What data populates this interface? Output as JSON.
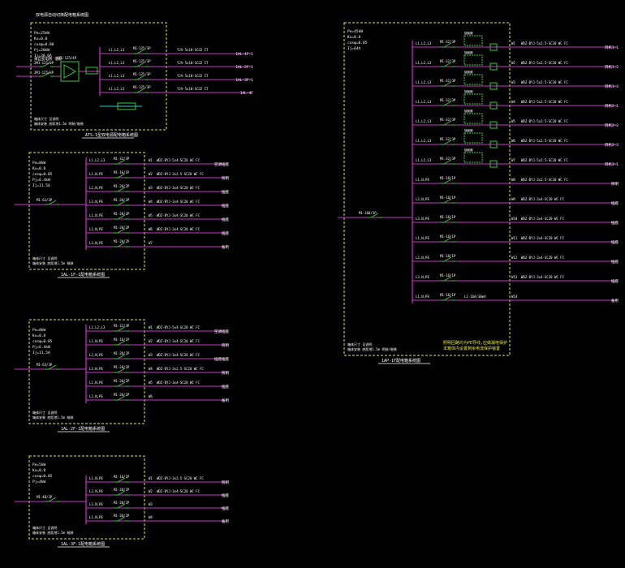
{
  "colors": {
    "background": "#000000",
    "frame": "#e6e64d",
    "wire": "#cc33cc",
    "breaker": "#33cc33",
    "text": "#ffffff",
    "note": "#e6e64d",
    "cyan": "#33cccc"
  },
  "panels": [
    {
      "id": "ats-panel",
      "title": "ATS-1型双电源配电箱系统图",
      "header_title": "双电源自动切换配电箱系统图",
      "params": [
        "Pe=25kW",
        "Kx=0.8",
        "cosφ=0.80",
        "Pj=20kW",
        "Ij=38.0A"
      ],
      "incoming": [
        "来自变电所 电缆",
        "2M1-125/3P",
        "2M1-125/3P"
      ],
      "ats_label": "ATS-125/4P",
      "circuits": [
        {
          "phase": "L1,L2,L3",
          "breaker": "M1-125/3P",
          "cable": "YJV-5x10-SC32 CT",
          "dest": "1AL-1F-1"
        },
        {
          "phase": "L1,L2,L3",
          "breaker": "M1-125/3P",
          "cable": "YJV-5x10-SC32 CT",
          "dest": "1AL-2F-1"
        },
        {
          "phase": "L1,L2,L3",
          "breaker": "M1-125/3P",
          "cable": "YJV-5x10-SC32 CT",
          "dest": "1AL-3F-1"
        },
        {
          "phase": "L1,L2,L3",
          "breaker": "M1-125/3P",
          "cable": "YJV-5x10-SC32 CT",
          "dest": "1AL-4F"
        }
      ],
      "footer": [
        "箱体尺寸 见说明",
        "箱体安装 底距地1.5m 明装/暗装"
      ]
    },
    {
      "id": "floor-1-panel",
      "title": "1AL-1F-1配电箱系统图",
      "params": [
        "Pe=8kW",
        "Kx=0.8",
        "cosφ=0.85",
        "Pj=6.4kW",
        "Ij=11.5A"
      ],
      "incoming": "M1-63/3P",
      "circuits": [
        {
          "phase": "L1,L2,L3",
          "breaker": "M1-32/3P",
          "tag": "W1",
          "cable": "WDZ-BYJ-5x4-SC20 WC FC",
          "dest": "空调插座"
        },
        {
          "phase": "L1,N,PE",
          "breaker": "M1-16/1P",
          "tag": "W2",
          "cable": "WDZ-BYJ-3x2.5-SC20 WC FC",
          "dest": "照明"
        },
        {
          "phase": "L2,N,PE",
          "breaker": "M1-20/2P",
          "tag": "W3",
          "cable": "WDZ-BYJ-3x4-SC20 WC FC",
          "dest": "插座"
        },
        {
          "phase": "L3,N,PE",
          "breaker": "M1-20/2P",
          "tag": "W4",
          "cable": "WDZ-BYJ-3x4-SC20 WC FC",
          "dest": "插座"
        },
        {
          "phase": "L1,N,PE",
          "breaker": "M1-20/2P",
          "tag": "W5",
          "cable": "WDZ-BYJ-3x4-SC20 WC FC",
          "dest": "插座"
        },
        {
          "phase": "L2,N,PE",
          "breaker": "M1-20/2P",
          "tag": "W6",
          "cable": "WDZ-BYJ-3x4-SC20 WC FC",
          "dest": "插座"
        },
        {
          "phase": "L3,N,PE",
          "breaker": "M1-20/2P",
          "tag": "W7",
          "cable": "",
          "dest": "备用"
        }
      ],
      "footer": [
        "箱体尺寸 见说明",
        "箱体安装 底距地1.5m 暗装"
      ]
    },
    {
      "id": "floor-2-panel",
      "title": "1AL-2F-1配电箱系统图",
      "params": [
        "Pe=8kW",
        "Kx=0.8",
        "cosφ=0.85",
        "Pj=6.4kW",
        "Ij=11.5A"
      ],
      "incoming": "M1-63/3P",
      "circuits": [
        {
          "phase": "L1,L2,L3",
          "breaker": "M1-32/3P",
          "tag": "W1",
          "cable": "WDZ-BYJ-5x4-SC20 WC FC",
          "dest": "空调插座"
        },
        {
          "phase": "L1,N,PE",
          "breaker": "M1-16/1P",
          "tag": "W2",
          "cable": "WDZ-BYJ-3x4-SC20 WC FC",
          "dest": "照明"
        },
        {
          "phase": "L2,N,PE",
          "breaker": "M1-20/2P",
          "tag": "W3",
          "cable": "WDZ-BYJ-3x4-SC20 WC FC",
          "dest": "插座插座"
        },
        {
          "phase": "L3,N,PE",
          "breaker": "M1-20/2P",
          "tag": "W4",
          "cable": "WDZ-BYJ-3x2.5-SC20 WC FC",
          "dest": "照明"
        },
        {
          "phase": "L1,N,PE",
          "breaker": "M1-20/2P",
          "tag": "W5",
          "cable": "WDZ-BYJ-3x4-SC20 WC FC",
          "dest": "插座"
        },
        {
          "phase": "L2,N,PE",
          "breaker": "M1-20/2P",
          "tag": "W6",
          "cable": "",
          "dest": "备用"
        }
      ],
      "footer": [
        "箱体尺寸 见说明",
        "箱体安装 底距地1.5m 暗装"
      ]
    },
    {
      "id": "floor-3-panel",
      "title": "1AL-3F-1配电箱系统图",
      "params": [
        "Pe=5kW",
        "Kx=0.8",
        "cosφ=0.85",
        "Pj=4kW"
      ],
      "incoming": "M1-40/3P",
      "circuits": [
        {
          "phase": "L1,N,PE",
          "breaker": "M1-16/1P",
          "tag": "W1",
          "cable": "WDZ-BYJ-3x2.5-SC20 WC FC",
          "dest": "照明"
        },
        {
          "phase": "L2,N,PE",
          "breaker": "M1-20/2P",
          "tag": "W2",
          "cable": "WDZ-BYJ-3x4-SC20 WC FC",
          "dest": "插座"
        },
        {
          "phase": "L3,N,PE",
          "breaker": "M1-20/2P",
          "tag": "W3",
          "cable": "",
          "dest": "插座"
        },
        {
          "phase": "L1,N,PE",
          "breaker": "M1-20/2P",
          "tag": "W4",
          "cable": "",
          "dest": "备用"
        }
      ],
      "footer": [
        "箱体尺寸 见说明",
        "箱体安装 底距地1.5m 暗装"
      ]
    },
    {
      "id": "right-panel",
      "title": "1AP-1F配电箱系统图",
      "params": [
        "Pe=45kW",
        "Kx=0.8",
        "cosφ=0.85",
        "Ij=64A"
      ],
      "incoming": "M1-160/3P",
      "note": [
        "照明回路均为PE导线,应做漏电保护",
        "本箱体内设置剩余电流保护装置"
      ],
      "contactor_label": "接触器",
      "circuits": [
        {
          "phase": "L1,L2,L3",
          "breaker": "M1-32/3P",
          "tag": "W1",
          "cable": "WDZ-BYJ-5x2.5-SC20 WC FC",
          "dest": "风机1-1",
          "contactor": true
        },
        {
          "phase": "L1,L2,L3",
          "breaker": "M1-32/3P",
          "tag": "W2",
          "cable": "WDZ-BYJ-5x2.5-SC20 WC FC",
          "dest": "风机1-2",
          "contactor": true
        },
        {
          "phase": "L1,L2,L3",
          "breaker": "M1-32/3P",
          "tag": "W3",
          "cable": "WDZ-BYJ-5x2.5-SC20 WC FC",
          "dest": "风机1-3",
          "contactor": true
        },
        {
          "phase": "L1,L2,L3",
          "breaker": "M1-32/3P",
          "tag": "W4",
          "cable": "WDZ-BYJ-5x2.5-SC20 WC FC",
          "dest": "风机2-1",
          "contactor": true
        },
        {
          "phase": "L1,L2,L3",
          "breaker": "M1-32/3P",
          "tag": "W5",
          "cable": "WDZ-BYJ-5x2.5-SC20 WC FC",
          "dest": "风机2-2",
          "contactor": true
        },
        {
          "phase": "L1,L2,L3",
          "breaker": "M1-32/3P",
          "tag": "W6",
          "cable": "WDZ-BYJ-5x2.5-SC20 WC FC",
          "dest": "风机2-3",
          "contactor": true
        },
        {
          "phase": "L1,L2,L3",
          "breaker": "M1-32/3P",
          "tag": "W7",
          "cable": "WDZ-BYJ-5x2.5-SC20 WC FC",
          "dest": "风机3-1",
          "contactor": true
        },
        {
          "phase": "L1,N,PE",
          "breaker": "M1-16/1P",
          "tag": "W8",
          "cable": "WDZ-BYJ-3x2.5-SC20 WC FC",
          "dest": "照明"
        },
        {
          "phase": "L2,N,PE",
          "breaker": "M1-16/1P",
          "tag": "W9",
          "cable": "WDZ-BYJ-3x4-SC20 WC FC",
          "dest": "插座"
        },
        {
          "phase": "L3,N,PE",
          "breaker": "M1-16/1P",
          "tag": "W10",
          "cable": "WDZ-BYJ-3x4-SC20 WC FC",
          "dest": "插座"
        },
        {
          "phase": "L1,N,PE",
          "breaker": "M1-16/1P",
          "tag": "W11",
          "cable": "WDZ-BYJ-3x4-SC20 WC FC",
          "dest": "插座"
        },
        {
          "phase": "L2,N,PE",
          "breaker": "M1-16/1P",
          "tag": "W12",
          "cable": "WDZ-BYJ-3x4-SC20 WC FC",
          "dest": "插座"
        },
        {
          "phase": "L3,N,PE",
          "breaker": "M1-16/1P",
          "tag": "W13",
          "cable": "WDZ-BYJ-3x4-SC20 WC FC",
          "dest": "插座"
        },
        {
          "phase": "L1,N,PE",
          "breaker": "M1-16/1P",
          "tag": "W14",
          "cable": "",
          "dest": "备用",
          "extra": "L1-16A/30mA"
        }
      ],
      "footer": [
        "箱体尺寸 见说明",
        "箱体安装 底距地1.5m 明装/暗装"
      ]
    }
  ]
}
